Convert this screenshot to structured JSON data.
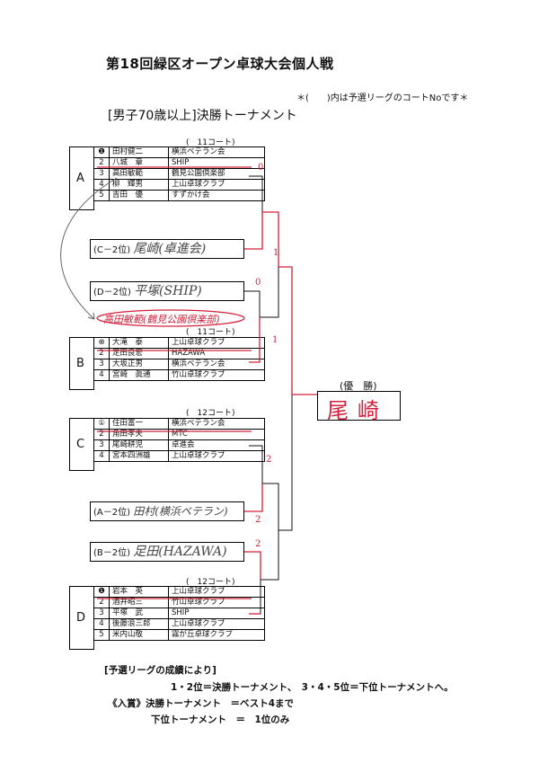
{
  "document": {
    "title": "第18回緑区オープン卓球大会個人戦",
    "note": "＊(　　)内は予選リーグのコートNoです＊",
    "subtitle": "[男子70歳以上]決勝トーナメント"
  },
  "groups": [
    {
      "label": "A",
      "court": "(　11コート)",
      "rows": [
        {
          "rank": "❶",
          "name": "田村健二",
          "club": "横浜ベテラン会"
        },
        {
          "rank": "2",
          "name": "八城　章",
          "club": "SHIP"
        },
        {
          "rank": "3",
          "name": "高田敏範",
          "club": "鶴見公園倶楽部"
        },
        {
          "rank": "4",
          "name": "柳　輝男",
          "club": "上山卓球クラブ"
        },
        {
          "rank": "5",
          "name": "吉田　優",
          "club": "すずかけ会"
        }
      ]
    },
    {
      "label": "B",
      "court": "(　11コート)",
      "rows": [
        {
          "rank": "⊗",
          "name": "大滝　泰",
          "club": "上山卓球クラブ"
        },
        {
          "rank": "2",
          "name": "足田良宏",
          "club": "HAZAWA"
        },
        {
          "rank": "3",
          "name": "大坂正男",
          "club": "横浜ベテラン会"
        },
        {
          "rank": "4",
          "name": "宮崎　眞通",
          "club": "竹山卓球クラブ"
        }
      ]
    },
    {
      "label": "C",
      "court": "(　12コート)",
      "rows": [
        {
          "rank": "①",
          "name": "住田富一",
          "club": "横浜ベテラン会"
        },
        {
          "rank": "2",
          "name": "角田孝夫",
          "club": "MTC"
        },
        {
          "rank": "3",
          "name": "尾崎耕児",
          "club": "卓進会"
        },
        {
          "rank": "4",
          "name": "宮本四洲雄",
          "club": "上山卓球クラブ"
        }
      ]
    },
    {
      "label": "D",
      "court": "(　12コート)",
      "rows": [
        {
          "rank": "❶",
          "name": "岩本　英",
          "club": "上山卓球クラブ"
        },
        {
          "rank": "2",
          "name": "酒井昭三",
          "club": "竹山卓球クラブ"
        },
        {
          "rank": "3",
          "name": "平塚　武",
          "club": "SHIP"
        },
        {
          "rank": "4",
          "name": "後藤浪三郎",
          "club": "上山卓球クラブ"
        },
        {
          "rank": "5",
          "name": "米内山敬",
          "club": "霧が丘卓球クラブ"
        }
      ]
    }
  ],
  "slots": [
    {
      "label": "(C－2位)",
      "handwritten": "尾崎(卓進会)"
    },
    {
      "label": "(D－2位)",
      "handwritten": "平塚(SHIP)"
    },
    {
      "label": "(A－2位)",
      "handwritten": "田村(横浜ベテラン)"
    },
    {
      "label": "(B－2位)",
      "handwritten": "足田(HAZAWA)"
    }
  ],
  "handwritten_note": "高田敏範(鶴見公園倶楽部)",
  "scores": [
    "0",
    "0",
    "1",
    "1",
    "2",
    "2",
    "2"
  ],
  "champion": {
    "label": "(優　勝)",
    "name": "尾崎"
  },
  "footer": {
    "heading": "[予選リーグの成績により]",
    "line1": "1・2位＝決勝トーナメント、　3・4・5位＝下位トーナメントへ。",
    "line2": "《入賞》決勝トーナメント　＝ベスト4まで",
    "line3": "下位トーナメント　＝　1位のみ"
  },
  "colors": {
    "ink": "#111111",
    "red_pen": "#d0203a",
    "pencil": "#555555"
  }
}
